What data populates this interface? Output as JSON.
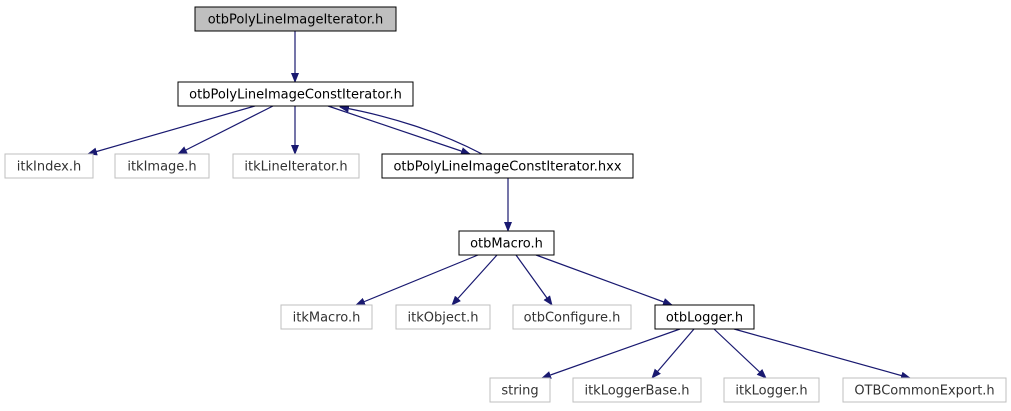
{
  "diagram": {
    "nodes": [
      {
        "id": "n0",
        "label": "otbPolyLineImageIterator.h",
        "style": "root"
      },
      {
        "id": "n1",
        "label": "otbPolyLineImageConstIterator.h",
        "style": "local"
      },
      {
        "id": "n2",
        "label": "itkIndex.h",
        "style": "external"
      },
      {
        "id": "n3",
        "label": "itkImage.h",
        "style": "external"
      },
      {
        "id": "n4",
        "label": "itkLineIterator.h",
        "style": "external"
      },
      {
        "id": "n5",
        "label": "otbPolyLineImageConstIterator.hxx",
        "style": "local"
      },
      {
        "id": "n6",
        "label": "otbMacro.h",
        "style": "local"
      },
      {
        "id": "n7",
        "label": "itkMacro.h",
        "style": "external"
      },
      {
        "id": "n8",
        "label": "itkObject.h",
        "style": "external"
      },
      {
        "id": "n9",
        "label": "otbConfigure.h",
        "style": "external"
      },
      {
        "id": "n10",
        "label": "otbLogger.h",
        "style": "local"
      },
      {
        "id": "n11",
        "label": "string",
        "style": "external"
      },
      {
        "id": "n12",
        "label": "itkLoggerBase.h",
        "style": "external"
      },
      {
        "id": "n13",
        "label": "itkLogger.h",
        "style": "external"
      },
      {
        "id": "n14",
        "label": "OTBCommonExport.h",
        "style": "external"
      }
    ],
    "edges": [
      {
        "from": "n0",
        "to": "n1"
      },
      {
        "from": "n1",
        "to": "n2"
      },
      {
        "from": "n1",
        "to": "n3"
      },
      {
        "from": "n1",
        "to": "n4"
      },
      {
        "from": "n1",
        "to": "n5"
      },
      {
        "from": "n5",
        "to": "n1"
      },
      {
        "from": "n5",
        "to": "n6"
      },
      {
        "from": "n6",
        "to": "n7"
      },
      {
        "from": "n6",
        "to": "n8"
      },
      {
        "from": "n6",
        "to": "n9"
      },
      {
        "from": "n6",
        "to": "n10"
      },
      {
        "from": "n10",
        "to": "n11"
      },
      {
        "from": "n10",
        "to": "n12"
      },
      {
        "from": "n10",
        "to": "n13"
      },
      {
        "from": "n10",
        "to": "n14"
      }
    ],
    "colors": {
      "edge": "#191970",
      "root_fill": "#bfbfbf",
      "local_border": "#000000",
      "external_border": "#bfbfbf"
    }
  }
}
